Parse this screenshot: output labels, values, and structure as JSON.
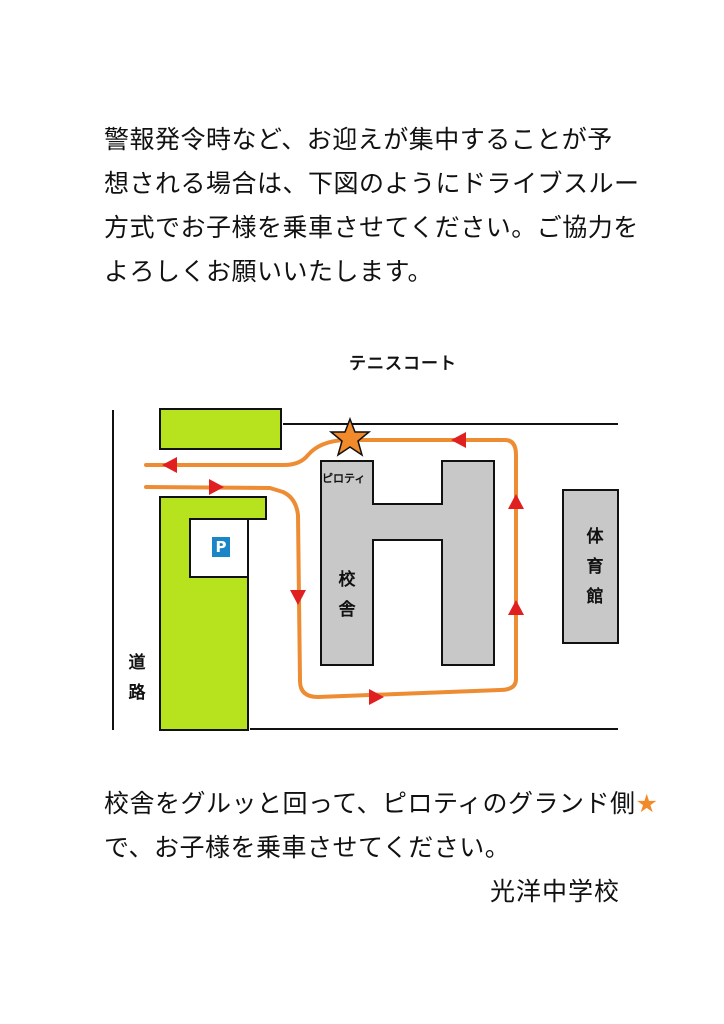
{
  "intro": {
    "lines": [
      "警報発令時など、お迎えが集中することが予",
      "想される場合は、下図のようにドライブスルー",
      "方式でお子様を乗車させてください。ご協力を",
      "よろしくお願いいたします。"
    ]
  },
  "map": {
    "title": "テニスコート",
    "pilotis": "ピロティ",
    "school_building": "校舎",
    "gymnasium": "体育館",
    "road": "道路",
    "parking": "P",
    "colors": {
      "green": "#b6e21e",
      "building": "#c8c8c8",
      "route": "#ee8c34",
      "arrow": "#e02020",
      "star": "#f08a2a"
    }
  },
  "outro": {
    "line1": "校舎をグルッと回って、ピロティのグランド側",
    "star": "★",
    "line2": "で、お子様を乗車させてください。"
  },
  "signature": "光洋中学校"
}
